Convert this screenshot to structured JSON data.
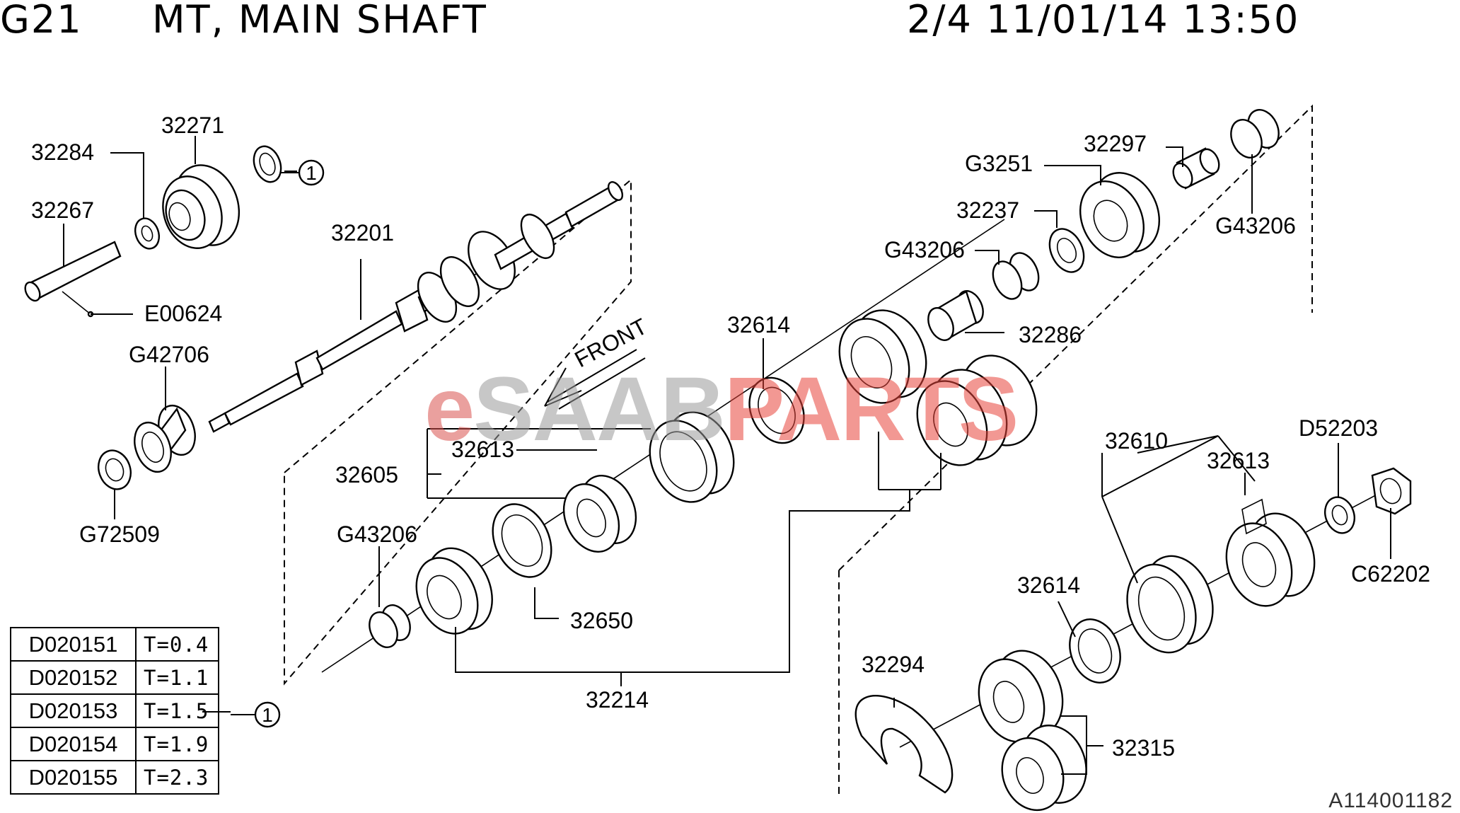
{
  "header": {
    "group": "G21",
    "title": "MT, MAIN SHAFT",
    "page_info": "2/4 11/01/14 13:50"
  },
  "watermark": {
    "part1": "e",
    "part2": "SAAB",
    "part3": "PARTS"
  },
  "direction_label": "FRONT",
  "doc_id": "A114001182",
  "callout_marker": "1",
  "labels": {
    "p32284": "32284",
    "p32271": "32271",
    "p32267": "32267",
    "pE00624": "E00624",
    "p32201": "32201",
    "pG42706": "G42706",
    "pG72509": "G72509",
    "p32614a": "32614",
    "p32613a": "32613",
    "p32605": "32605",
    "pG43206a": "G43206",
    "p32650": "32650",
    "p32214": "32214",
    "pG3251": "G3251",
    "p32297": "32297",
    "pG43206b": "G43206",
    "p32237": "32237",
    "pG43206c": "G43206",
    "p32286": "32286",
    "p32610": "32610",
    "p32613b": "32613",
    "pD52203": "D52203",
    "pC62202": "C62202",
    "p32614b": "32614",
    "p32294": "32294",
    "p32315": "32315"
  },
  "shim_table": [
    {
      "code": "D020151",
      "thickness": "T=0.4"
    },
    {
      "code": "D020152",
      "thickness": "T=1.1"
    },
    {
      "code": "D020153",
      "thickness": "T=1.5"
    },
    {
      "code": "D020154",
      "thickness": "T=1.9"
    },
    {
      "code": "D020155",
      "thickness": "T=2.3"
    }
  ]
}
